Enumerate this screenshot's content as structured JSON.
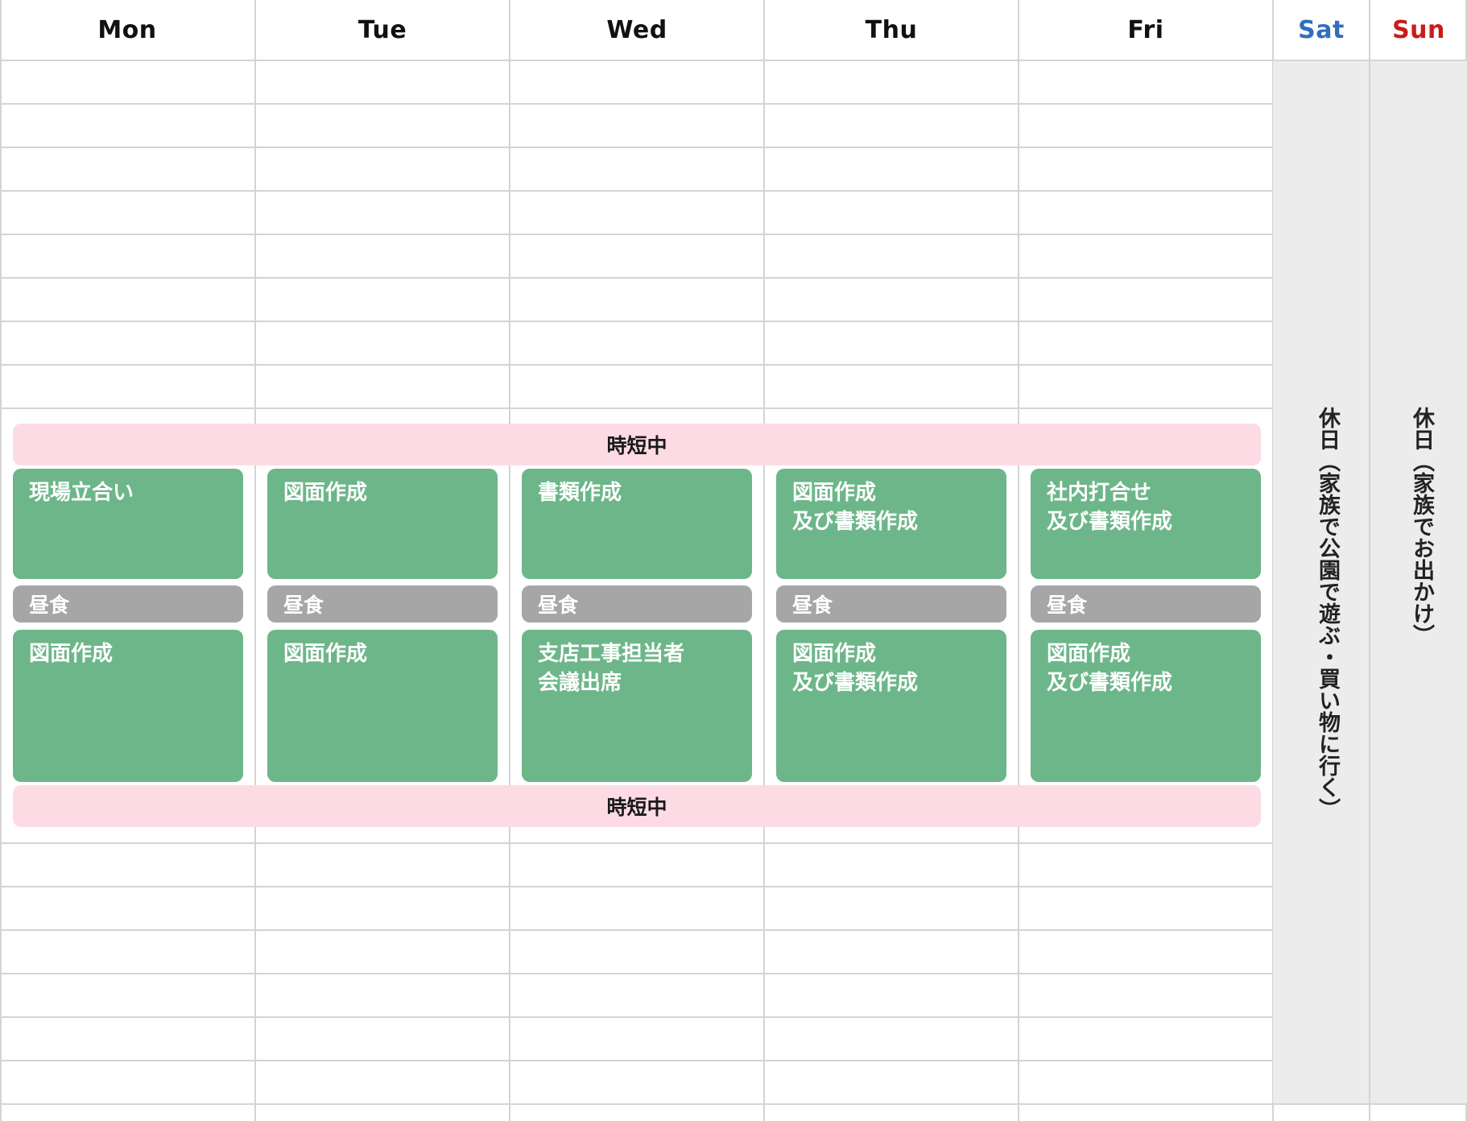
{
  "days": {
    "mon": "Mon",
    "tue": "Tue",
    "wed": "Wed",
    "thu": "Thu",
    "fri": "Fri",
    "sat": "Sat",
    "sun": "Sun"
  },
  "colors": {
    "saturday": "#2f6fbd",
    "sunday": "#cc1a1a",
    "work_block": "#6db68a",
    "lunch_block": "#a6a6a6",
    "shortened_hours_band": "#fddbe4",
    "weekend_background": "#ececec"
  },
  "shortened_hours": {
    "top_label": "時短中",
    "bottom_label": "時短中"
  },
  "schedule": {
    "mon": {
      "morning": "現場立合い",
      "lunch": "昼食",
      "afternoon": "図面作成"
    },
    "tue": {
      "morning": "図面作成",
      "lunch": "昼食",
      "afternoon": "図面作成"
    },
    "wed": {
      "morning": "書類作成",
      "lunch": "昼食",
      "afternoon": "支店工事担当者\n会議出席"
    },
    "thu": {
      "morning": "図面作成\n及び書類作成",
      "lunch": "昼食",
      "afternoon": "図面作成\n及び書類作成"
    },
    "fri": {
      "morning": "社内打合せ\n及び書類作成",
      "lunch": "昼食",
      "afternoon": "図面作成\n及び書類作成"
    }
  },
  "weekend": {
    "sat": "休日（家族で公園で遊ぶ・買い物に行く）",
    "sun": "休日（家族でお出かけ）"
  }
}
